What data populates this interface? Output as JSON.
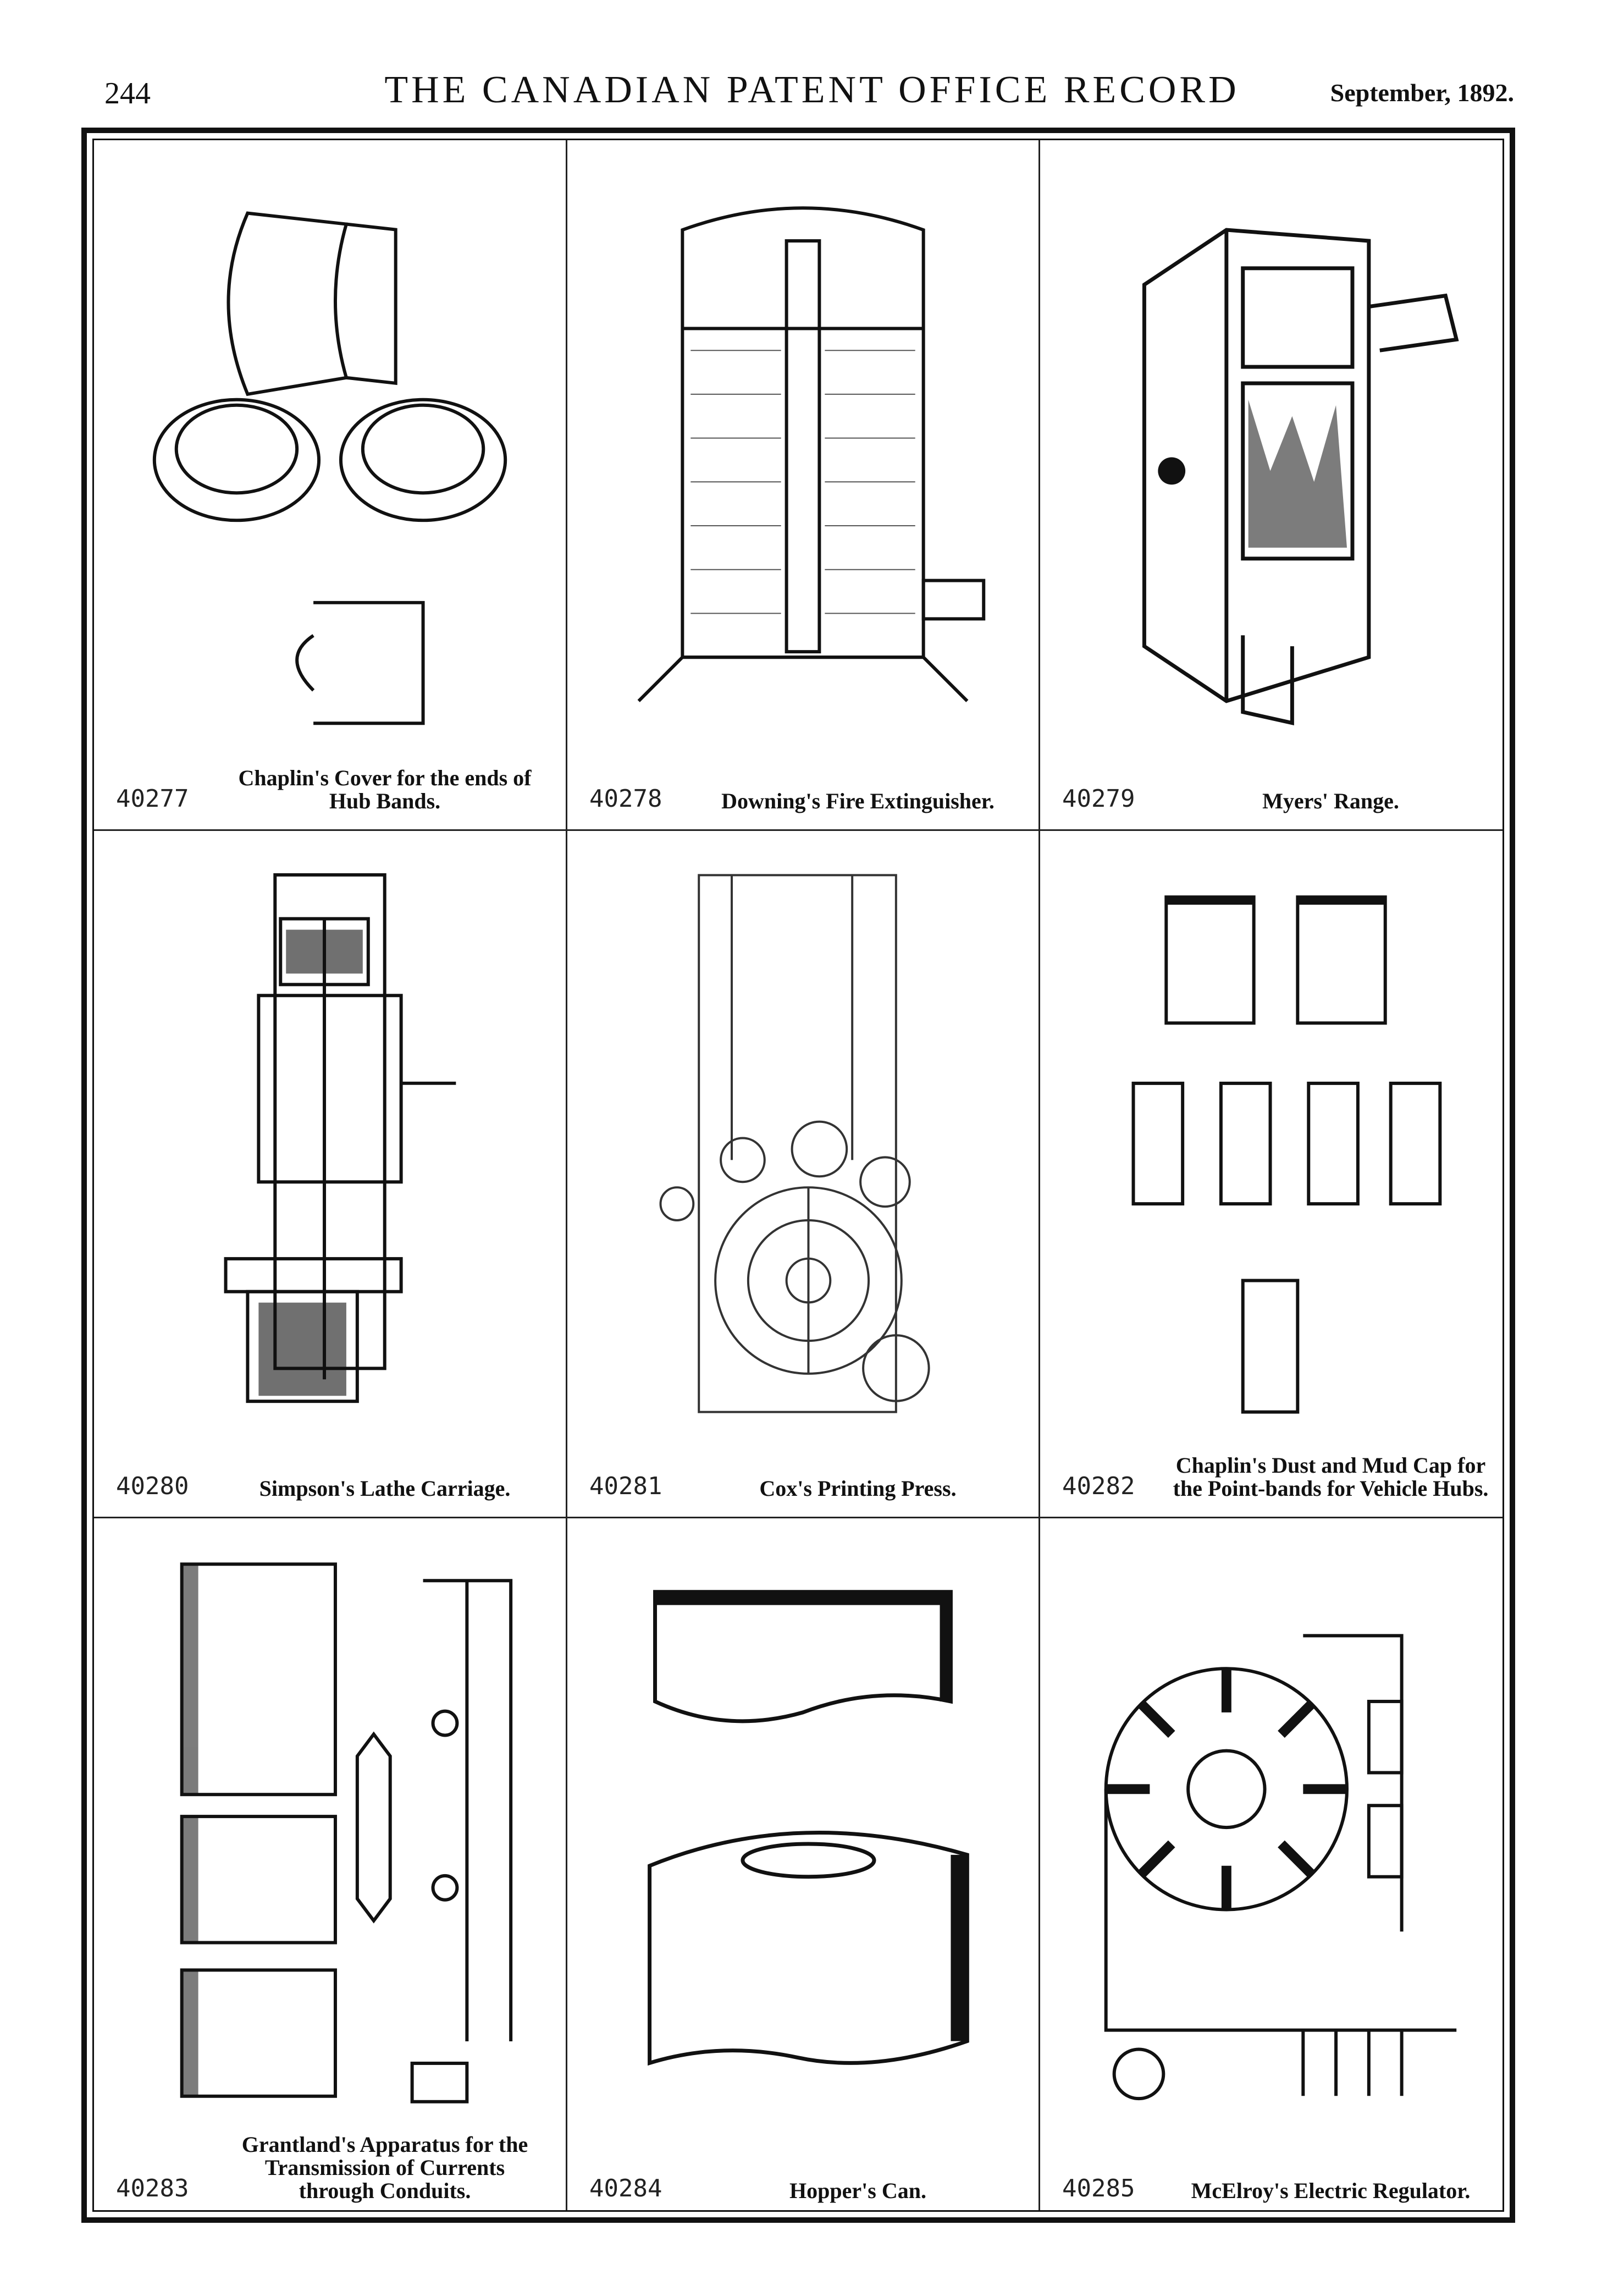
{
  "header": {
    "page_number": "244",
    "journal_title": "THE CANADIAN PATENT OFFICE RECORD",
    "issue_date": "September, 1892."
  },
  "patents": [
    {
      "number": "40277",
      "title": "Chaplin's Cover for the ends of Hub Bands."
    },
    {
      "number": "40278",
      "title": "Downing's Fire Extinguisher."
    },
    {
      "number": "40279",
      "title": "Myers' Range."
    },
    {
      "number": "40280",
      "title": "Simpson's Lathe Carriage."
    },
    {
      "number": "40281",
      "title": "Cox's Printing Press."
    },
    {
      "number": "40282",
      "title": "Chaplin's Dust and Mud Cap for the Point-bands for Vehicle Hubs."
    },
    {
      "number": "40283",
      "title": "Grantland's Apparatus for the Transmission of Currents through Conduits."
    },
    {
      "number": "40284",
      "title": "Hopper's Can."
    },
    {
      "number": "40285",
      "title": "McElroy's Electric Regulator."
    }
  ]
}
